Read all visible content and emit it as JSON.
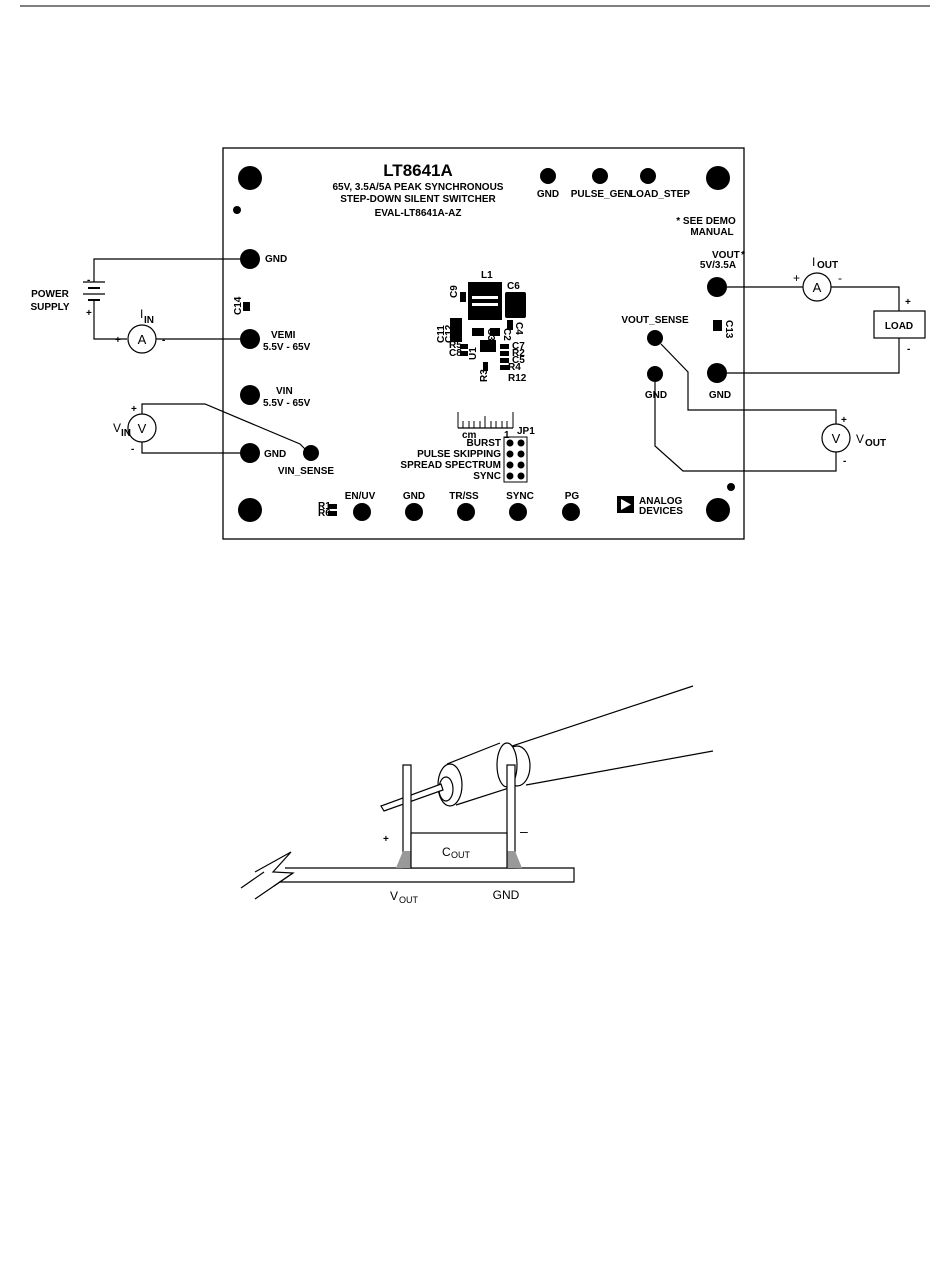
{
  "board": {
    "part_number": "LT8641A",
    "subtitle_1": "65V, 3.5A/5A PEAK SYNCHRONOUS",
    "subtitle_2": "STEP-DOWN SILENT SWITCHER",
    "board_name": "EVAL-LT8641A-AZ",
    "note_1": "* SEE DEMO",
    "note_2": "MANUAL",
    "brand_1": "ANALOG",
    "brand_2": "DEVICES",
    "ruler_unit": "cm",
    "ruler_mark": "1",
    "jumper_name": "JP1",
    "jumper_options": [
      "BURST",
      "PULSE SKIPPING",
      "SPREAD SPECTRUM",
      "SYNC"
    ]
  },
  "pads": {
    "gnd_left_top": "GND",
    "vemi": "VEMI",
    "vemi_range": "5.5V - 65V",
    "vin": "VIN",
    "vin_range": "5.5V - 65V",
    "gnd_left_bottom": "GND",
    "vin_sense": "VIN_SENSE",
    "gnd_top": "GND",
    "pulse_gen": "PULSE_GEN",
    "load_step": "LOAD_STEP",
    "vout": "VOUT",
    "vout_star": "*",
    "vout_rating": "5V/3.5A",
    "vout_sense": "VOUT_SENSE",
    "gnd_sense": "GND",
    "gnd_right": "GND",
    "en_uv": "EN/UV",
    "gnd_bottom": "GND",
    "tr_ss": "TR/SS",
    "sync": "SYNC",
    "pg": "PG"
  },
  "components": {
    "l1": "L1",
    "c9": "C9",
    "c6": "C6",
    "c14": "C14",
    "c11": "C11",
    "c12": "C12",
    "c3": "C3",
    "c2": "C2",
    "c4": "C4",
    "c7": "C7",
    "r5": "R5",
    "c8": "C8",
    "c5": "C5",
    "u1": "U1",
    "r3": "R3",
    "r4": "R4",
    "r12": "R12",
    "r2": "R2",
    "c13": "C13",
    "r1": "R1",
    "r6": "R6"
  },
  "external": {
    "power_supply_1": "POWER",
    "power_supply_2": "SUPPLY",
    "supply_plus": "+",
    "supply_minus": "-",
    "iin": "I",
    "iin_sub": "IN",
    "ammeter": "A",
    "voltmeter": "V",
    "vin_meter": "V",
    "vin_meter_sub": "IN",
    "plus": "+",
    "minus": "-",
    "iout": "I",
    "iout_sub": "OUT",
    "vout_meter": "V",
    "vout_meter_sub": "OUT",
    "load": "LOAD"
  },
  "probe_figure": {
    "plus": "+",
    "minus": "–",
    "cout": "C",
    "cout_sub": "OUT",
    "vout": "V",
    "vout_sub": "OUT",
    "gnd": "GND"
  }
}
